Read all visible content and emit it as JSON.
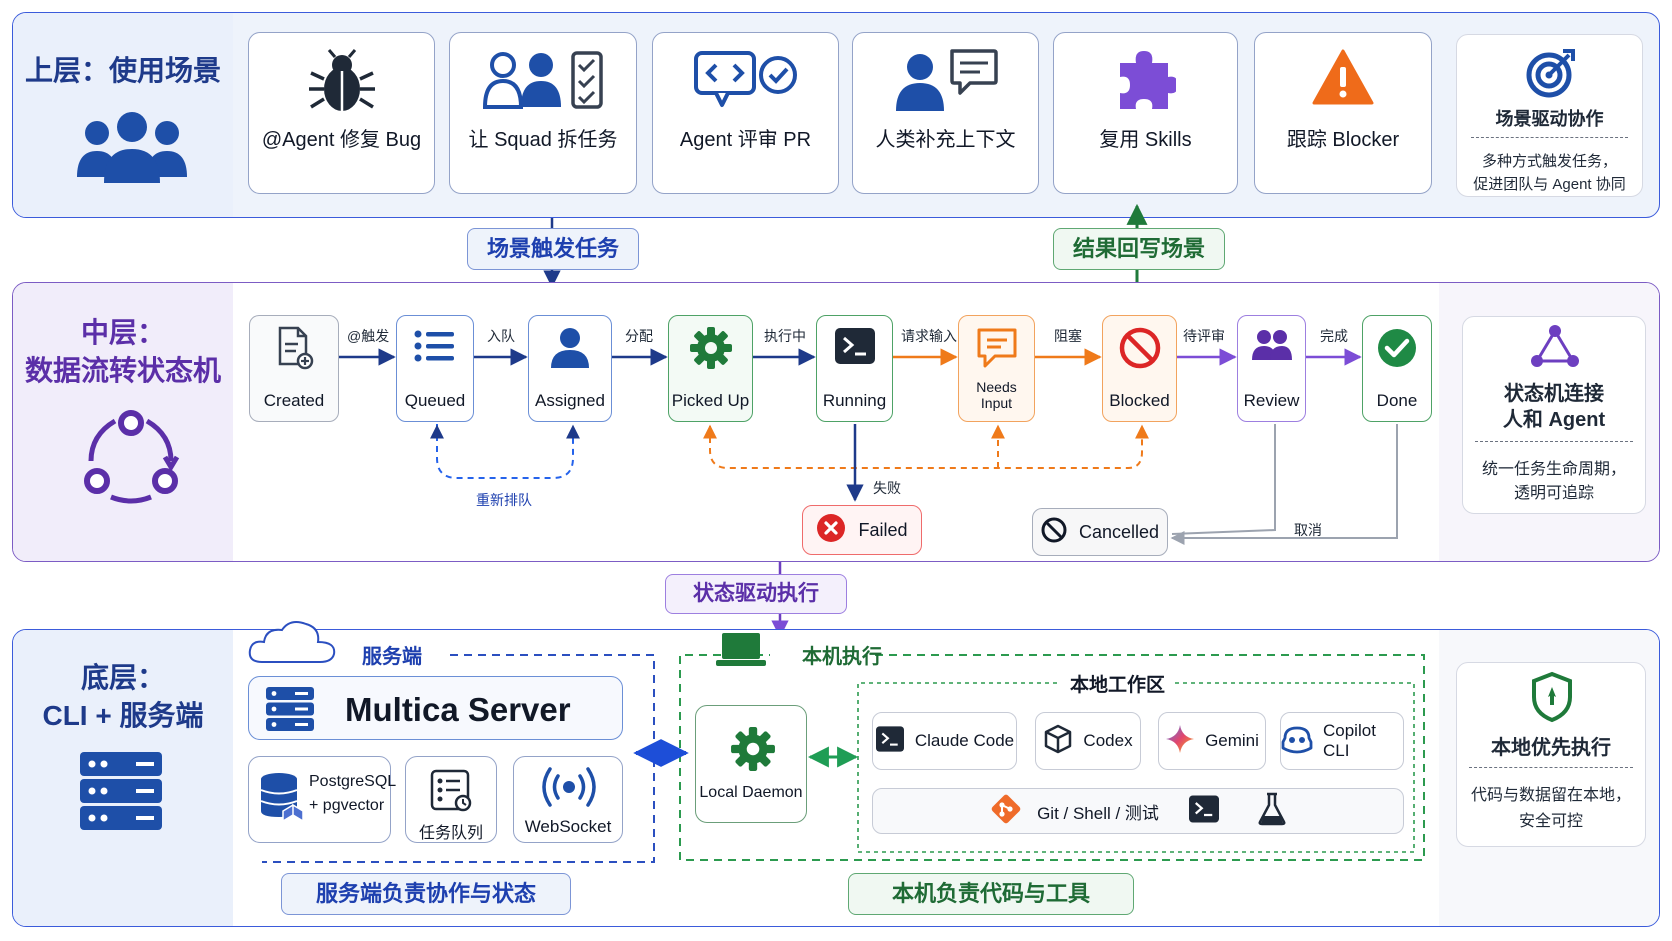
{
  "top": {
    "title": "上层：使用场景",
    "cards": [
      {
        "label": "@Agent 修复 Bug",
        "icon": "bug-icon"
      },
      {
        "label": "让 Squad 拆任务",
        "icon": "team-checklist-icon"
      },
      {
        "label": "Agent 评审  PR",
        "icon": "code-review-icon"
      },
      {
        "label": "人类补充上下文",
        "icon": "person-chat-icon"
      },
      {
        "label": "复用 Skills",
        "icon": "puzzle-icon"
      },
      {
        "label": "跟踪 Blocker",
        "icon": "warning-icon"
      }
    ],
    "side": {
      "title": "场景驱动协作",
      "desc1": "多种方式触发任务，",
      "desc2": "促进团队与 Agent 协同"
    }
  },
  "connectors": {
    "trigger": "场景触发任务",
    "writeback": "结果回写场景",
    "state_drive": "状态驱动执行"
  },
  "middle": {
    "title1": "中层：",
    "title2": "数据流转状态机",
    "states": {
      "created": "Created",
      "queued": "Queued",
      "assigned": "Assigned",
      "picked_up": "Picked Up",
      "running": "Running",
      "needs_input": "Needs Input",
      "blocked": "Blocked",
      "review": "Review",
      "done": "Done",
      "failed": "Failed",
      "cancelled": "Cancelled"
    },
    "edges": {
      "trigger": "@触发",
      "enqueue": "入队",
      "assign": "分配",
      "executing": "执行中",
      "request_input": "请求输入",
      "block": "阻塞",
      "to_review": "待评审",
      "complete": "完成",
      "fail": "失败",
      "requeue": "重新排队",
      "cancel": "取消"
    },
    "side": {
      "title1": "状态机连接",
      "title2": "人和 Agent",
      "desc1": "统一任务生命周期，",
      "desc2": "透明可追踪"
    }
  },
  "bottom": {
    "title1": "底层：",
    "title2": "CLI + 服务端",
    "server": {
      "section": "服务端",
      "main": "Multica Server",
      "db1": "PostgreSQL",
      "db2": "+ pgvector",
      "queue": "任务队列",
      "ws": "WebSocket",
      "caption": "服务端负责协作与状态"
    },
    "local": {
      "section": "本机执行",
      "daemon": "Local Daemon",
      "workspace": "本地工作区",
      "tools": [
        "Claude Code",
        "Codex",
        "Gemini",
        "Copilot CLI"
      ],
      "git": "Git / Shell / 测试",
      "caption": "本机负责代码与工具"
    },
    "side": {
      "title": "本地优先执行",
      "desc1": "代码与数据留在本地，",
      "desc2": "安全可控"
    }
  },
  "colors": {
    "blue": "#1e40af",
    "purple": "#6d3fc0",
    "green": "#1f7a3a",
    "orange": "#ef7a1a",
    "red": "#dc2626"
  }
}
